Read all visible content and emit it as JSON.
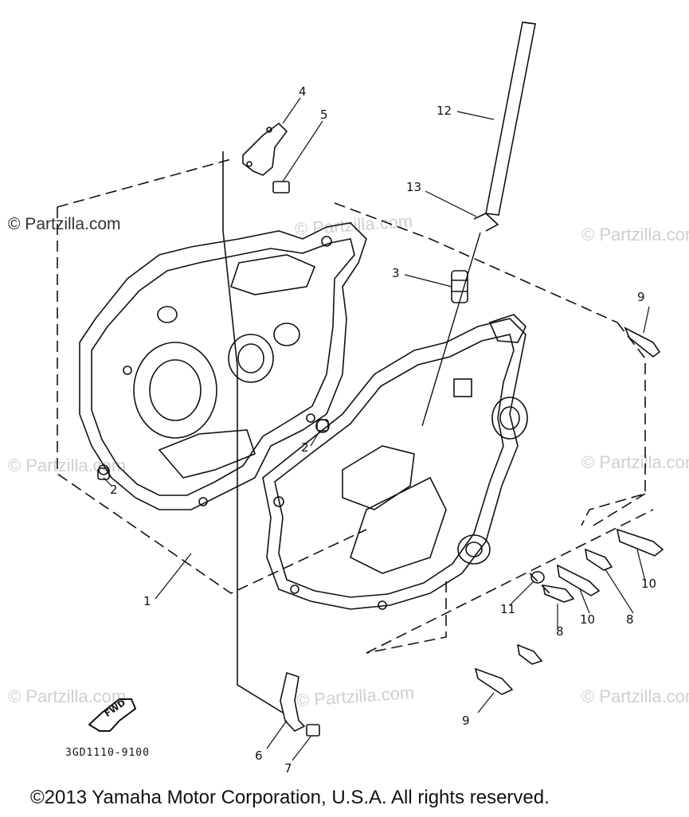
{
  "watermark": {
    "text": "© Partzilla.com"
  },
  "callouts": [
    {
      "id": "c1",
      "label": "1"
    },
    {
      "id": "c2a",
      "label": "2"
    },
    {
      "id": "c2b",
      "label": "2"
    },
    {
      "id": "c3",
      "label": "3"
    },
    {
      "id": "c4",
      "label": "4"
    },
    {
      "id": "c5",
      "label": "5"
    },
    {
      "id": "c6",
      "label": "6"
    },
    {
      "id": "c7",
      "label": "7"
    },
    {
      "id": "c8a",
      "label": "8"
    },
    {
      "id": "c8b",
      "label": "8"
    },
    {
      "id": "c9a",
      "label": "9"
    },
    {
      "id": "c9b",
      "label": "9"
    },
    {
      "id": "c10a",
      "label": "10"
    },
    {
      "id": "c10b",
      "label": "10"
    },
    {
      "id": "c11",
      "label": "11"
    },
    {
      "id": "c12",
      "label": "12"
    },
    {
      "id": "c13",
      "label": "13"
    }
  ],
  "fwd_label": "FWD",
  "diagram_code": "3GD1110-9100",
  "copyright": "©2013  Yamaha Motor Corporation, U.S.A. All rights reserved."
}
